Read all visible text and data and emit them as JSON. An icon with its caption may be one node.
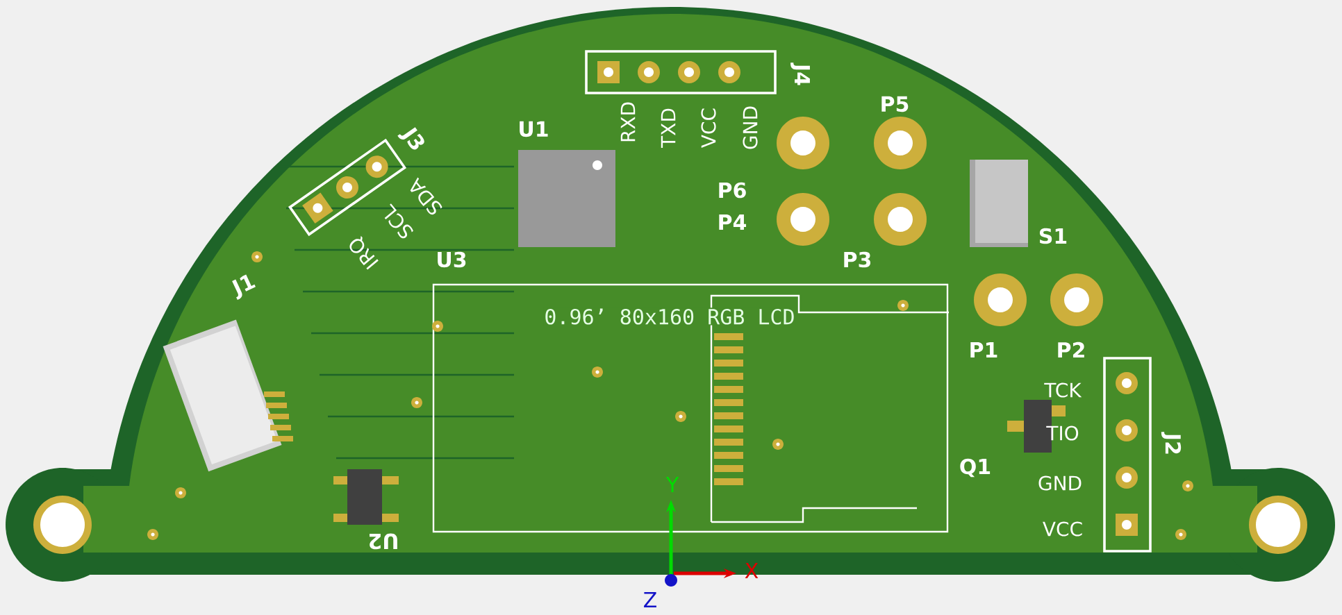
{
  "diagram": {
    "labels": [
      "J4",
      "RXD",
      "TXD",
      "VCC",
      "GND",
      "U1",
      "J3",
      "P5",
      "SDA",
      "SCL",
      "IRQ",
      "P6",
      "P4",
      "U3",
      "P3",
      "S1",
      "J1",
      "0.96’ 80x160 RGB LCD",
      "P1",
      "P2",
      "TCK",
      "TIO",
      "Q1",
      "J2",
      "GND",
      "VCC",
      "U2",
      "Y",
      "X",
      "Z"
    ]
  }
}
